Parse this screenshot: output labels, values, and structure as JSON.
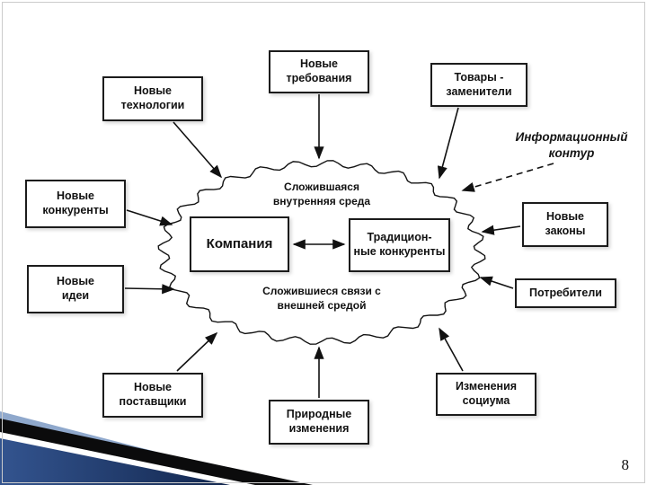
{
  "slide": {
    "page_number": "8"
  },
  "diagram": {
    "external_boxes": [
      {
        "id": "new-technologies",
        "label": "Новые\nтехнологии"
      },
      {
        "id": "new-requirements",
        "label": "Новые\nтребования"
      },
      {
        "id": "substitute-goods",
        "label": "Товары -\nзаменители"
      },
      {
        "id": "new-laws",
        "label": "Новые\nзаконы"
      },
      {
        "id": "consumers",
        "label": "Потребители"
      },
      {
        "id": "new-competitors",
        "label": "Новые\nконкуренты"
      },
      {
        "id": "new-ideas",
        "label": "Новые\nидеи"
      },
      {
        "id": "new-suppliers",
        "label": "Новые\nпоставщики"
      },
      {
        "id": "natural-changes",
        "label": "Природные\nизменения"
      },
      {
        "id": "social-changes",
        "label": "Изменения\nсоциума"
      }
    ],
    "info_contour_label": "Информационный\nконтур",
    "inner": {
      "top_label": "Сложившаяся\nвнутренняя среда",
      "company": "Компания",
      "traditional_competitors": "Традицион-\nные конкуренты",
      "bottom_label": "Сложившиеся связи с\nвнешней средой"
    }
  },
  "colors": {
    "box_border": "#1c1c1c",
    "arrow": "#111111",
    "decoration_black": "#0b0b0c",
    "decoration_navy_dark": "#12264d",
    "decoration_navy_light": "#33548f",
    "decoration_lightblue": "#8fa8cc"
  }
}
